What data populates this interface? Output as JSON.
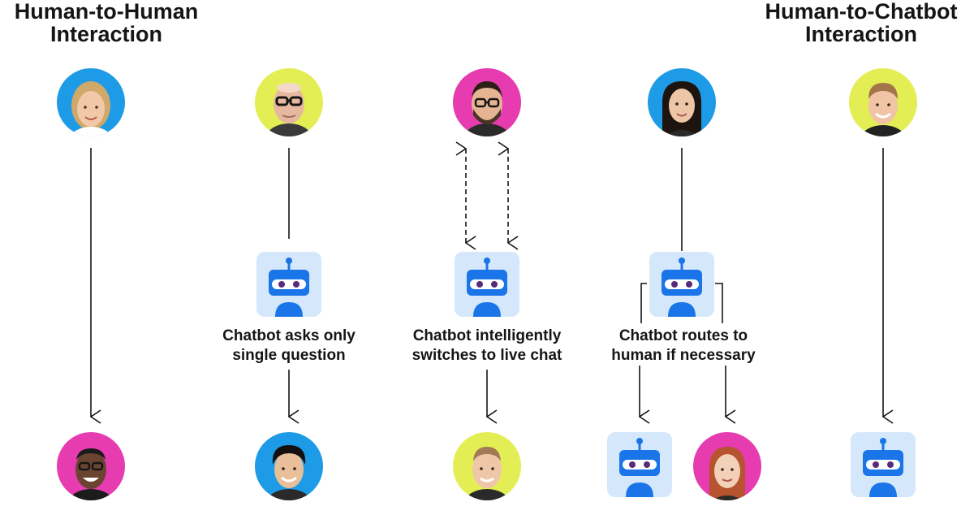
{
  "headings": {
    "left": {
      "line1": "Human-to-Human",
      "line2": "Interaction"
    },
    "right": {
      "line1": "Human-to-Chatbot",
      "line2": "Interaction"
    }
  },
  "captions": {
    "single_question": {
      "line1": "Chatbot asks only",
      "line2": "single question"
    },
    "live_chat": {
      "line1": "Chatbot intelligently",
      "line2": "switches to live chat"
    },
    "routes_human": {
      "line1": "Chatbot routes to",
      "line2": "human if necessary"
    }
  },
  "colors": {
    "avatar_blue": "#1e9be6",
    "avatar_lime": "#e3ee55",
    "avatar_magenta": "#e63caf",
    "bot_tile": "#d5e7fb",
    "bot_head": "#1a75e8",
    "bot_eyes": "#5a2a7a",
    "line": "#151515"
  },
  "icons": {
    "person_avatar": "person-avatar-icon",
    "chatbot": "chatbot-robot-icon",
    "arrow": "arrow-down-icon",
    "bidirectional_arrow": "dashed-double-arrow-icon"
  }
}
